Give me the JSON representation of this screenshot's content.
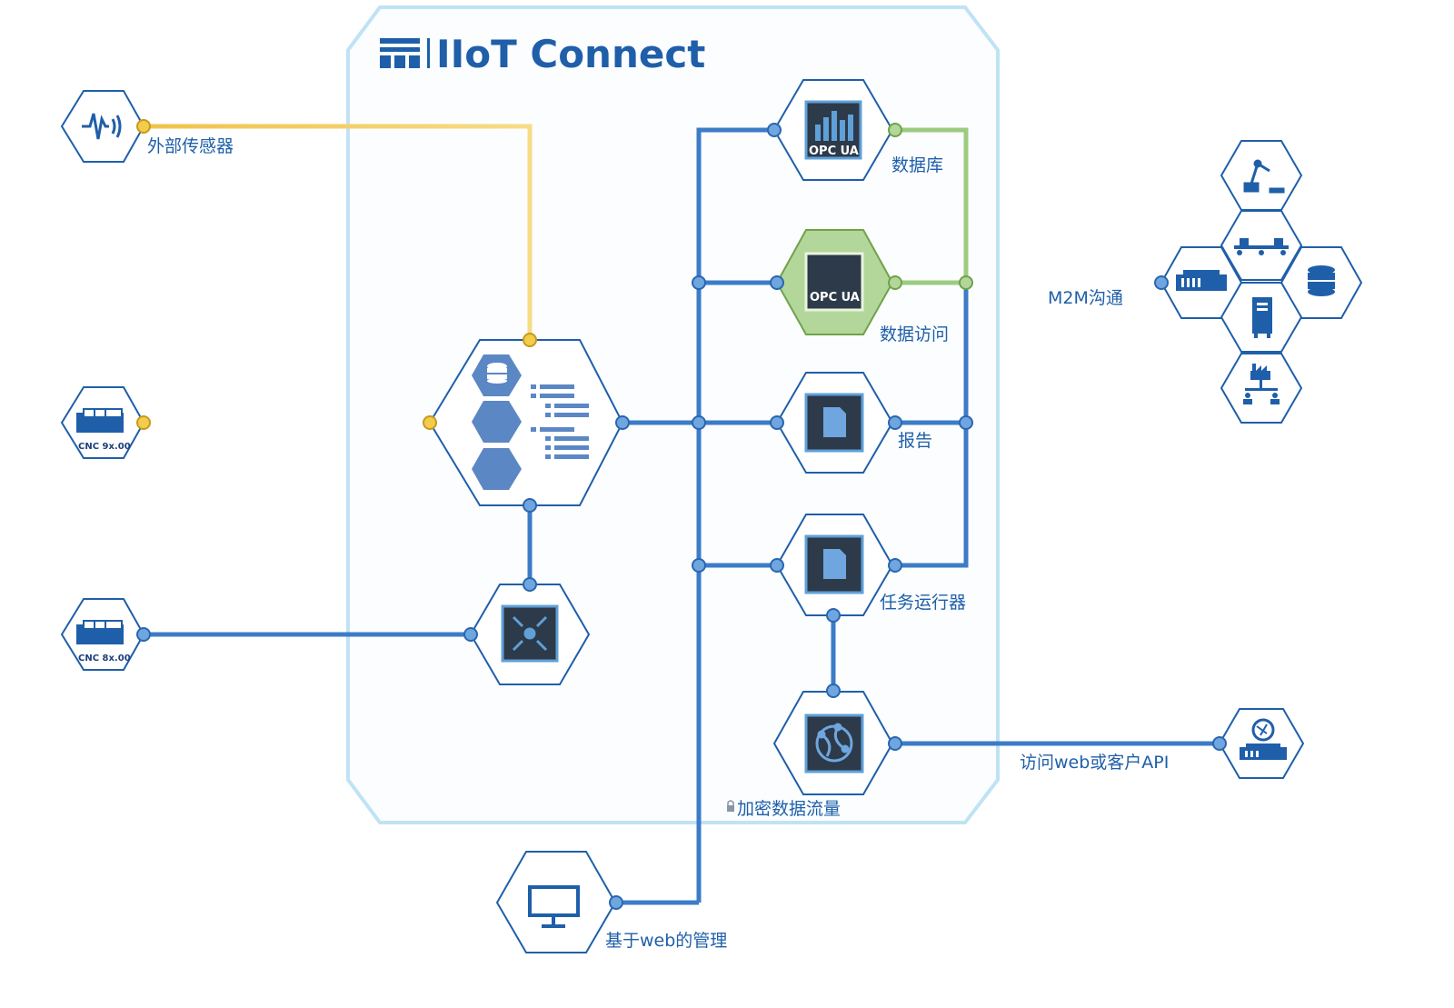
{
  "title": "IIoT Connect",
  "labels": {
    "external_sensor": "外部传感器",
    "cnc_9x": "CNC 9x.00",
    "cnc_8x": "CNC 8x.00",
    "database": "数据库",
    "data_access": "数据访问",
    "report": "报告",
    "task_runner": "任务运行器",
    "m2m": "M2M沟通",
    "web_api": "访问web或客户API",
    "encrypted": "加密数据流量",
    "web_mgmt": "基于web的管理",
    "opc_ua_1": "OPC UA",
    "opc_ua_2": "OPC UA"
  },
  "colors": {
    "primary_blue": "#1f5fa9",
    "line_blue": "#3c7cc7",
    "sensor_line_yellow": "#f0c24a",
    "m2m_line_green": "#9ccb7f",
    "container_outline": "#bfe3f5",
    "icon_dark": "#2d3a4a"
  }
}
